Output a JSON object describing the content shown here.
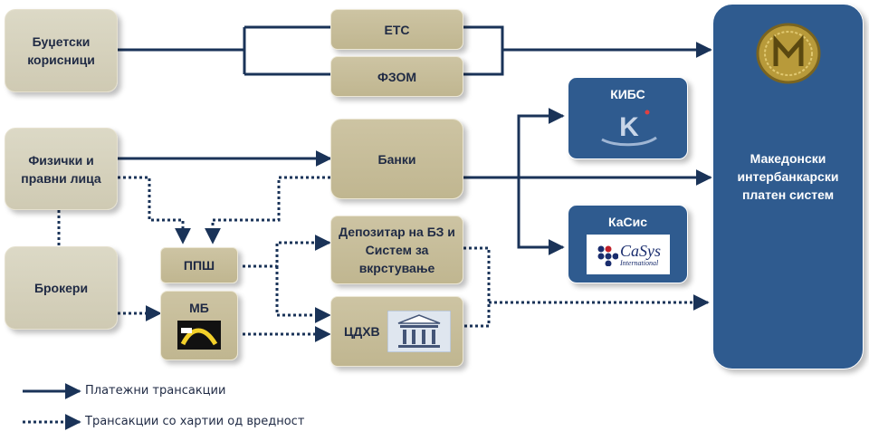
{
  "nodes": {
    "budget_users": "Буџетски корисници",
    "ets": "ЕТС",
    "fzom": "ФЗОМ",
    "physical_legal": "Физички и правни лица",
    "banks": "Банки",
    "brokers": "Брокери",
    "pps": "ППШ",
    "mb": "МБ",
    "depository": "Депозитар на БЗ и Систем за вкрстување",
    "cdhv": "ЦДХВ",
    "kibs": "КИБС",
    "kasis": "КаСис",
    "mips": "Македонски интербанкарски платен систем"
  },
  "logos": {
    "casys_text": "CaSys",
    "casys_sub": "International",
    "kibs_letter": "K"
  },
  "legend": {
    "solid": "Платежни трансакции",
    "dotted": "Трансакции со хартии од вредност"
  },
  "colors": {
    "arrow": "#1a3358",
    "dark_box": "#2f5b8f"
  }
}
